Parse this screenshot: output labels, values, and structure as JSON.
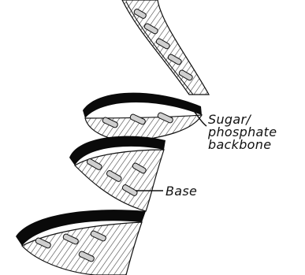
{
  "diagram": {
    "labels": {
      "backbone_line1": "Sugar/",
      "backbone_line2": "phosphate",
      "backbone_line3": "backbone",
      "base": "Base"
    },
    "colors": {
      "strand": "#0a0a0a",
      "outline": "#111111",
      "hatch": "#333333",
      "base_fill": "#cfcfcf",
      "background": "#ffffff"
    }
  }
}
